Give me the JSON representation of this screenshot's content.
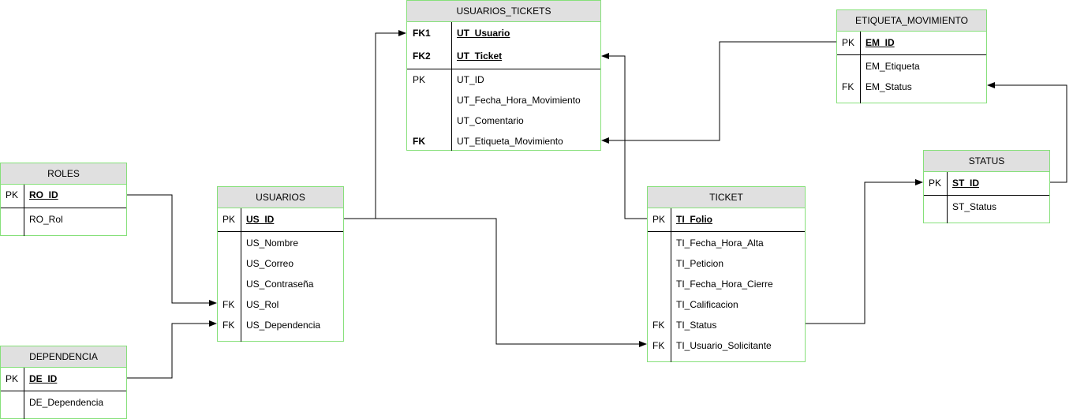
{
  "entities": {
    "usuarios_tickets": {
      "title": "USUARIOS_TICKETS",
      "key_rows": [
        {
          "key": "FK1",
          "field": "UT_Usuario"
        },
        {
          "key": "FK2",
          "field": "UT_Ticket"
        }
      ],
      "rows": [
        {
          "key": "PK",
          "field": "UT_ID"
        },
        {
          "key": "",
          "field": "UT_Fecha_Hora_Movimiento"
        },
        {
          "key": "",
          "field": "UT_Comentario"
        },
        {
          "key": "FK",
          "field": "UT_Etiqueta_Movimiento"
        }
      ]
    },
    "etiqueta_movimiento": {
      "title": "ETIQUETA_MOVIMIENTO",
      "key_rows": [
        {
          "key": "PK",
          "field": "EM_ID"
        }
      ],
      "rows": [
        {
          "key": "",
          "field": "EM_Etiqueta"
        },
        {
          "key": "FK",
          "field": "EM_Status"
        }
      ]
    },
    "roles": {
      "title": "ROLES",
      "key_rows": [
        {
          "key": "PK",
          "field": "RO_ID"
        }
      ],
      "rows": [
        {
          "key": "",
          "field": "RO_Rol"
        }
      ]
    },
    "usuarios": {
      "title": "USUARIOS",
      "key_rows": [
        {
          "key": "PK",
          "field": "US_ID"
        }
      ],
      "rows": [
        {
          "key": "",
          "field": "US_Nombre"
        },
        {
          "key": "",
          "field": "US_Correo"
        },
        {
          "key": "",
          "field": "US_Contraseña"
        },
        {
          "key": "FK",
          "field": "US_Rol"
        },
        {
          "key": "FK",
          "field": "US_Dependencia"
        }
      ]
    },
    "ticket": {
      "title": "TICKET",
      "key_rows": [
        {
          "key": "PK",
          "field": "TI_Folio"
        }
      ],
      "rows": [
        {
          "key": "",
          "field": "TI_Fecha_Hora_Alta"
        },
        {
          "key": "",
          "field": "TI_Peticion"
        },
        {
          "key": "",
          "field": "TI_Fecha_Hora_Cierre"
        },
        {
          "key": "",
          "field": "TI_Calificacion"
        },
        {
          "key": "FK",
          "field": "TI_Status"
        },
        {
          "key": "FK",
          "field": "TI_Usuario_Solicitante"
        }
      ]
    },
    "status": {
      "title": "STATUS",
      "key_rows": [
        {
          "key": "PK",
          "field": "ST_ID"
        }
      ],
      "rows": [
        {
          "key": "",
          "field": "ST_Status"
        }
      ]
    },
    "dependencia": {
      "title": "DEPENDENCIA",
      "key_rows": [
        {
          "key": "PK",
          "field": "DE_ID"
        }
      ],
      "rows": [
        {
          "key": "",
          "field": "DE_Dependencia"
        }
      ]
    }
  },
  "colors": {
    "entity_border": "#86e07a",
    "header_fill": "#e0e0e0",
    "line": "#000000"
  }
}
